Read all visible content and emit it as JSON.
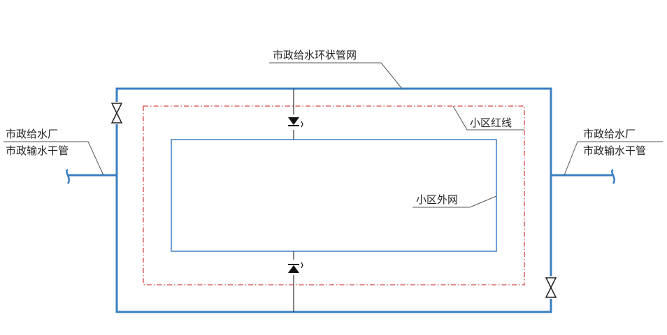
{
  "labels": {
    "ring_network": "市政给水环状管网",
    "red_line": "小区红线",
    "outer_network": "小区外网",
    "left_source_line1": "市政给水厂",
    "left_source_line2": "市政输水干管",
    "right_source_line1": "市政给水厂",
    "right_source_line2": "市政输水干管"
  },
  "colors": {
    "pipe": "#3a7fc1",
    "inner_network": "#4a86c8",
    "red_line": "#d64545",
    "text": "#222222"
  },
  "icons": [
    "gate-valve-icon",
    "check-valve-icon",
    "pipe-end-icon"
  ]
}
